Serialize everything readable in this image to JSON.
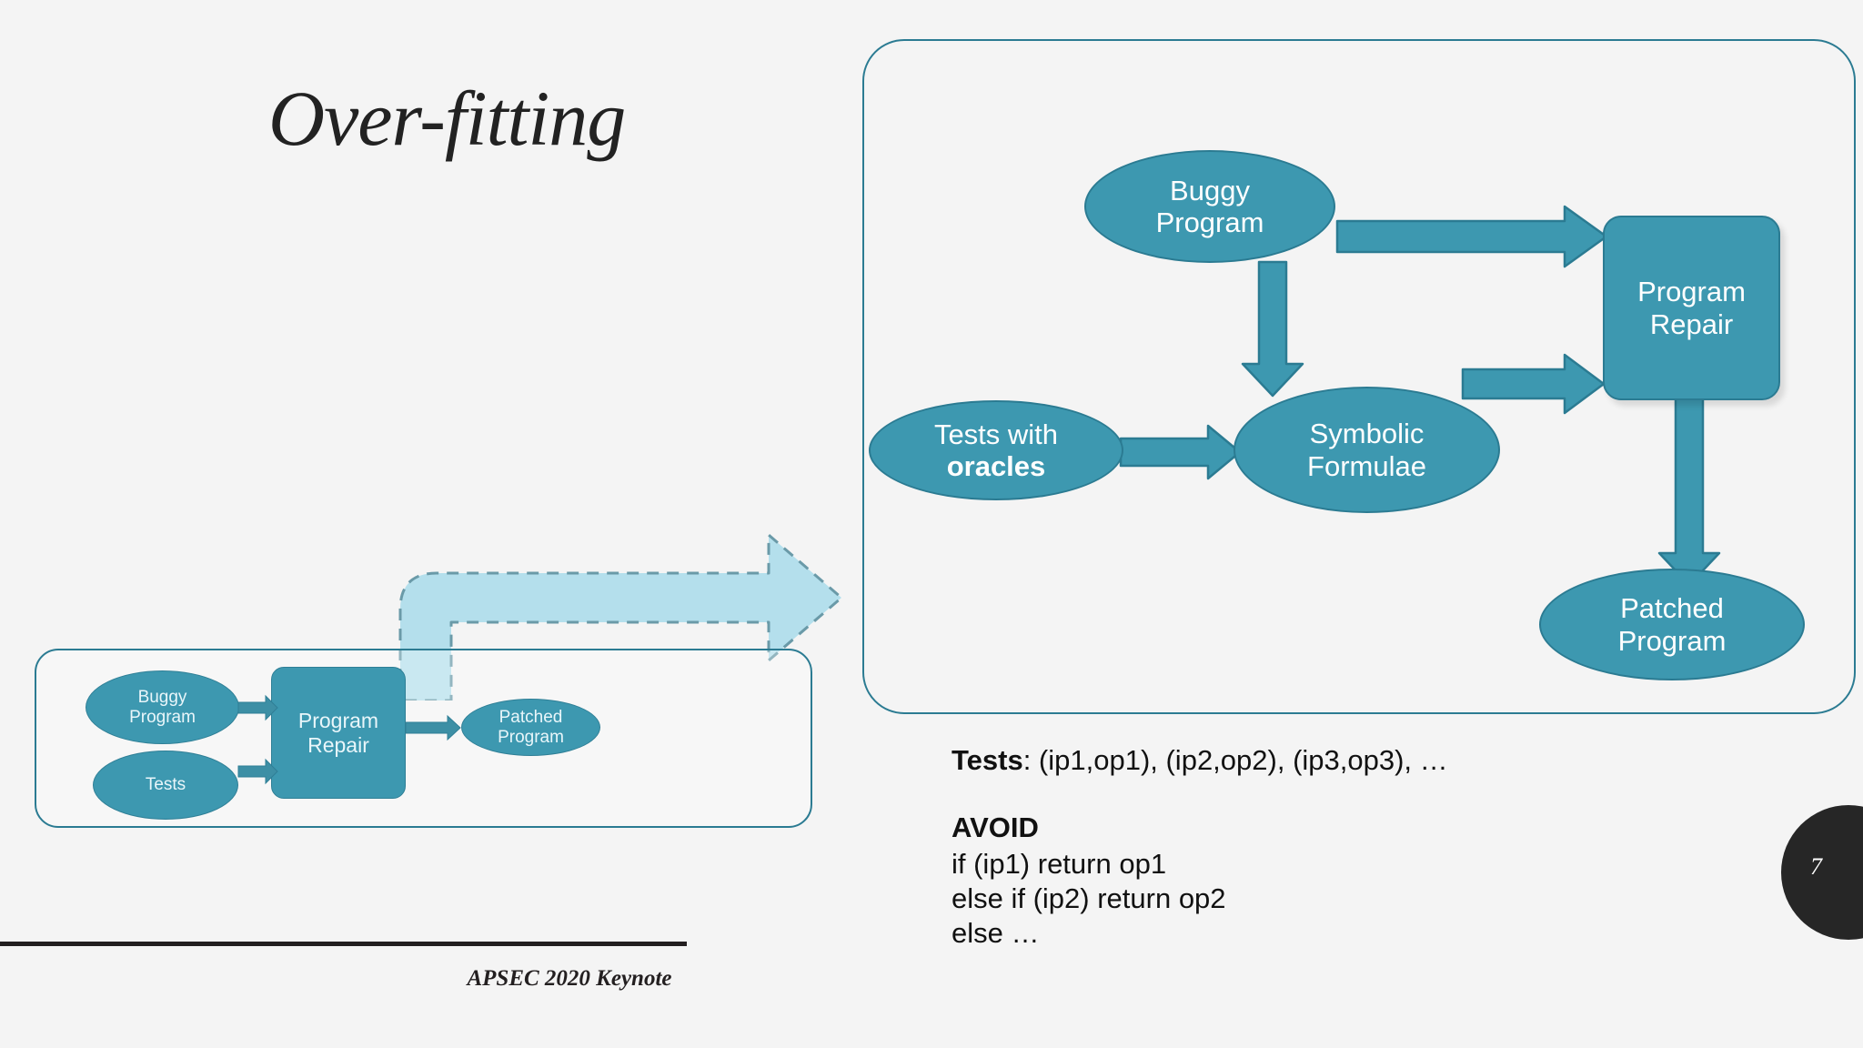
{
  "slide": {
    "title": "Over-fitting",
    "background_color": "#f4f4f4",
    "accent_color": "#3d98b0",
    "accent_border_color": "#2b7b92",
    "light_accent_color": "#b4dfec",
    "page_number": "7",
    "footer_text": "APSEC 2020 Keynote"
  },
  "main_panel": {
    "nodes": {
      "buggy_program": "Buggy\nProgram",
      "buggy_program_line1": "Buggy",
      "buggy_program_line2": "Program",
      "tests_with_oracles_line1": "Tests with",
      "tests_with_oracles_line2": "oracles",
      "symbolic_formulae_line1": "Symbolic",
      "symbolic_formulae_line2": "Formulae",
      "program_repair_line1": "Program",
      "program_repair_line2": "Repair",
      "patched_program_line1": "Patched",
      "patched_program_line2": "Program"
    },
    "edges": [
      {
        "from": "buggy_program",
        "to": "program_repair",
        "direction": "right"
      },
      {
        "from": "buggy_program",
        "to": "symbolic_formulae",
        "direction": "down"
      },
      {
        "from": "tests_with_oracles",
        "to": "symbolic_formulae",
        "direction": "right"
      },
      {
        "from": "symbolic_formulae",
        "to": "program_repair",
        "direction": "right"
      },
      {
        "from": "program_repair",
        "to": "patched_program",
        "direction": "down"
      }
    ]
  },
  "notes": {
    "tests_label": "Tests",
    "tests_value": ": (ip1,op1), (ip2,op2), (ip3,op3), …",
    "avoid_heading": "AVOID",
    "avoid_lines": [
      "if (ip1) return op1",
      "else if (ip2) return op2",
      "else …"
    ]
  },
  "thumbnail": {
    "nodes": {
      "buggy_program_line1": "Buggy",
      "buggy_program_line2": "Program",
      "tests": "Tests",
      "program_repair_line1": "Program",
      "program_repair_line2": "Repair",
      "patched_program_line1": "Patched",
      "patched_program_line2": "Program"
    },
    "edges": [
      {
        "from": "buggy_program",
        "to": "program_repair",
        "direction": "right"
      },
      {
        "from": "tests",
        "to": "program_repair",
        "direction": "right"
      },
      {
        "from": "program_repair",
        "to": "patched_program",
        "direction": "right"
      }
    ]
  }
}
